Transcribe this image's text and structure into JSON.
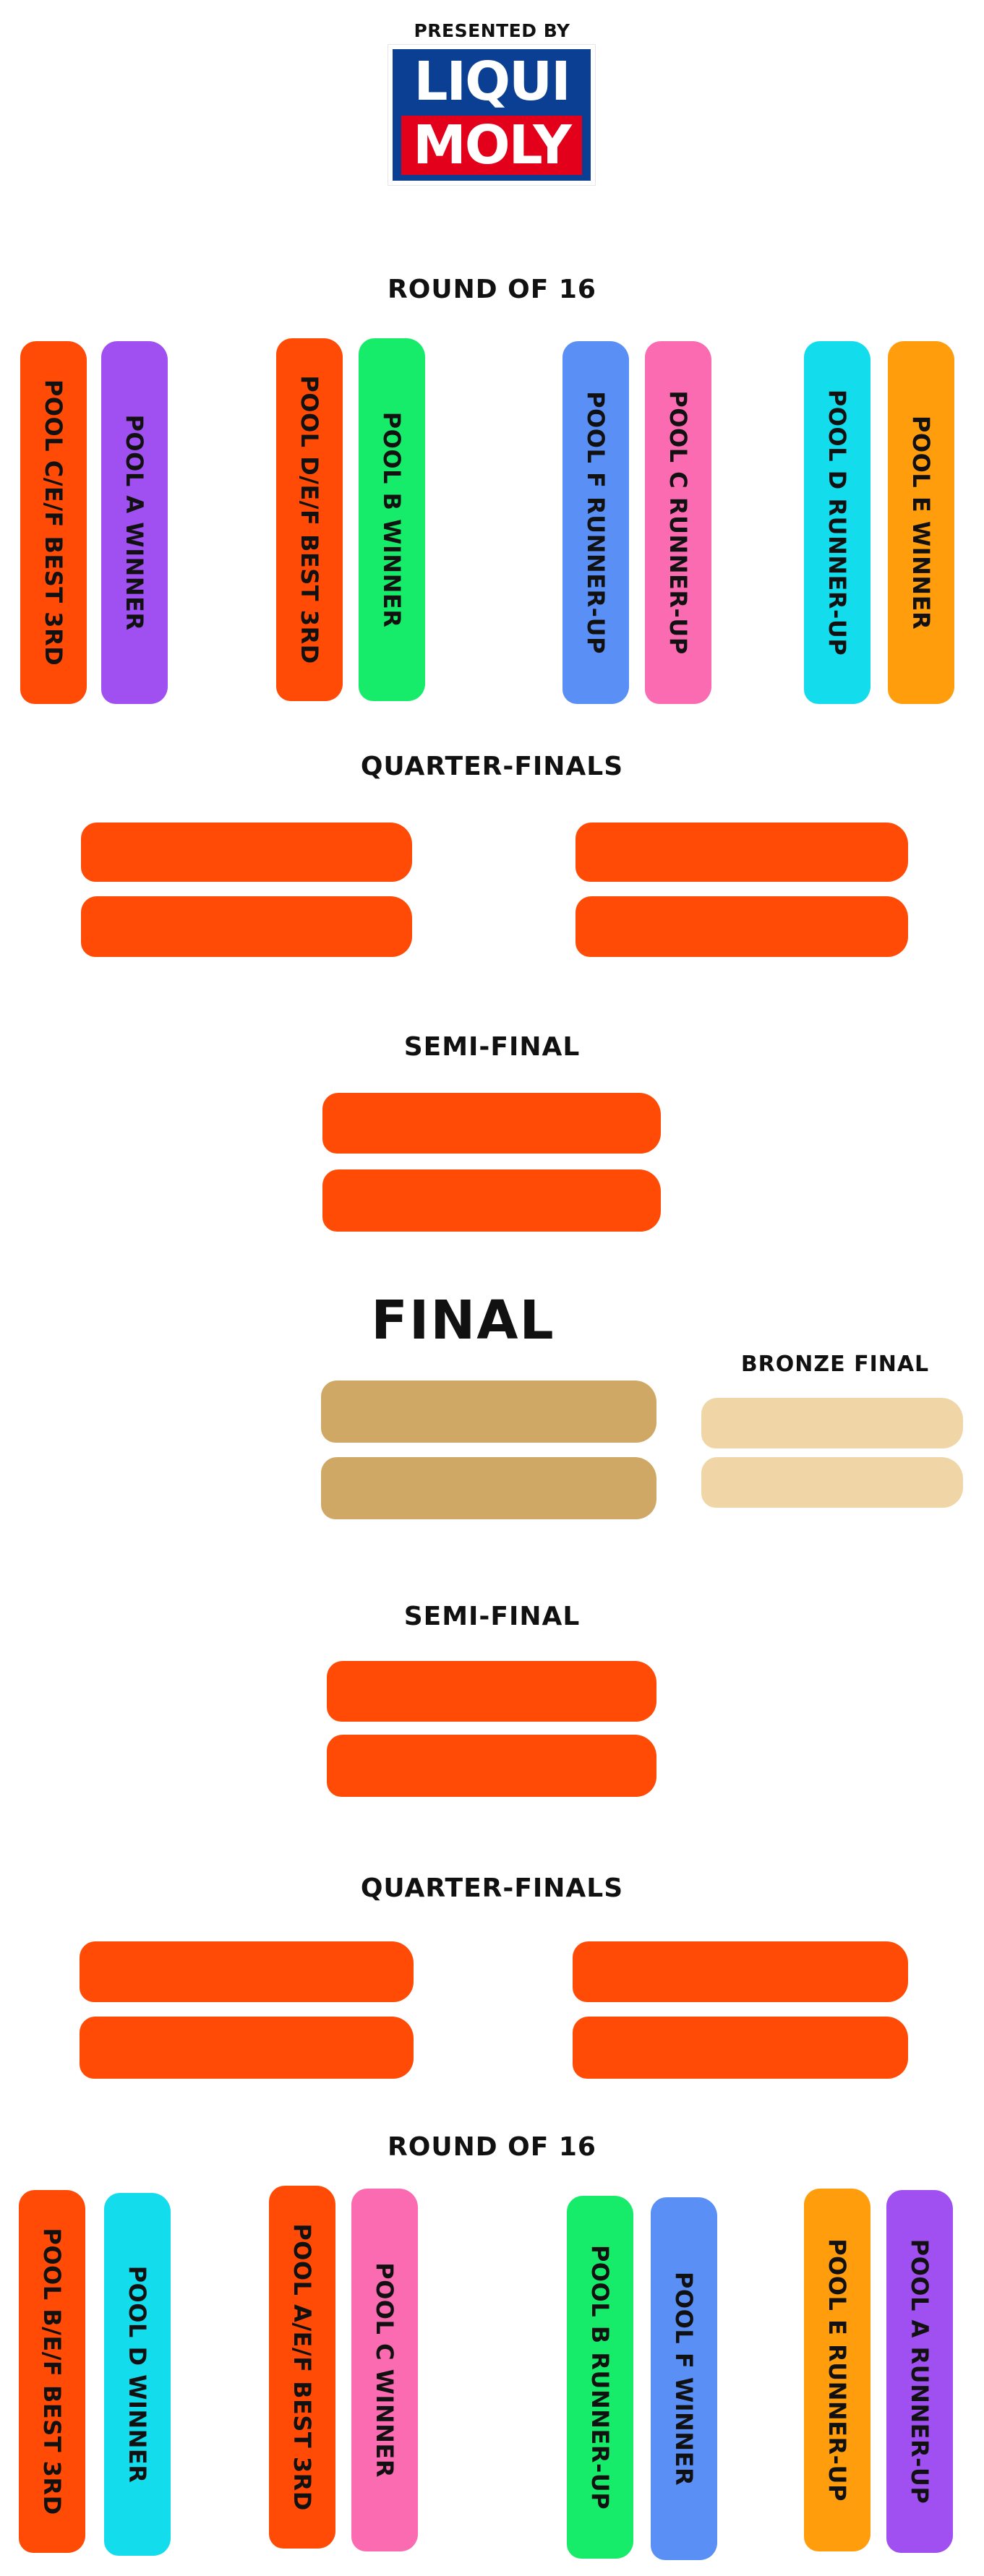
{
  "header": {
    "presented_by": "PRESENTED BY",
    "logo_line_1": "LIQUI",
    "logo_line_2": "MOLY"
  },
  "colors": {
    "orange": "#ff4b06",
    "purple": "#a050f0",
    "green": "#16ec6a",
    "blue": "#5a90f6",
    "pink": "#fb6bb2",
    "cyan": "#13dcec",
    "amber": "#ff9d0c",
    "gold": "#cfa865",
    "light_gold": "#f0d6a6",
    "logo_blue": "#0b3f93",
    "logo_red": "#e2001a"
  },
  "top_bracket": {
    "round_of_16_title": "ROUND OF 16",
    "round_of_16": [
      {
        "label": "POOL C/E/F BEST 3RD",
        "color": "orange"
      },
      {
        "label": "POOL A WINNER",
        "color": "purple"
      },
      {
        "label": "POOL D/E/F BEST 3RD",
        "color": "orange"
      },
      {
        "label": "POOL B WINNER",
        "color": "green"
      },
      {
        "label": "POOL F RUNNER-UP",
        "color": "blue"
      },
      {
        "label": "POOL C RUNNER-UP",
        "color": "pink"
      },
      {
        "label": "POOL D RUNNER-UP",
        "color": "cyan"
      },
      {
        "label": "POOL E WINNER",
        "color": "amber"
      }
    ],
    "quarter_finals_title": "QUARTER-FINALS",
    "semi_final_title": "SEMI-FINAL"
  },
  "finals": {
    "final_title": "FINAL",
    "bronze_title": "BRONZE FINAL"
  },
  "bottom_bracket": {
    "semi_final_title": "SEMI-FINAL",
    "quarter_finals_title": "QUARTER-FINALS",
    "round_of_16_title": "ROUND OF 16",
    "round_of_16": [
      {
        "label": "POOL B/E/F BEST 3RD",
        "color": "orange"
      },
      {
        "label": "POOL D WINNER",
        "color": "cyan"
      },
      {
        "label": "POOL A/E/F BEST 3RD",
        "color": "orange"
      },
      {
        "label": "POOL C WINNER",
        "color": "pink"
      },
      {
        "label": "POOL B RUNNER-UP",
        "color": "green"
      },
      {
        "label": "POOL F WINNER",
        "color": "blue"
      },
      {
        "label": "POOL E RUNNER-UP",
        "color": "amber"
      },
      {
        "label": "POOL A RUNNER-UP",
        "color": "purple"
      }
    ]
  }
}
